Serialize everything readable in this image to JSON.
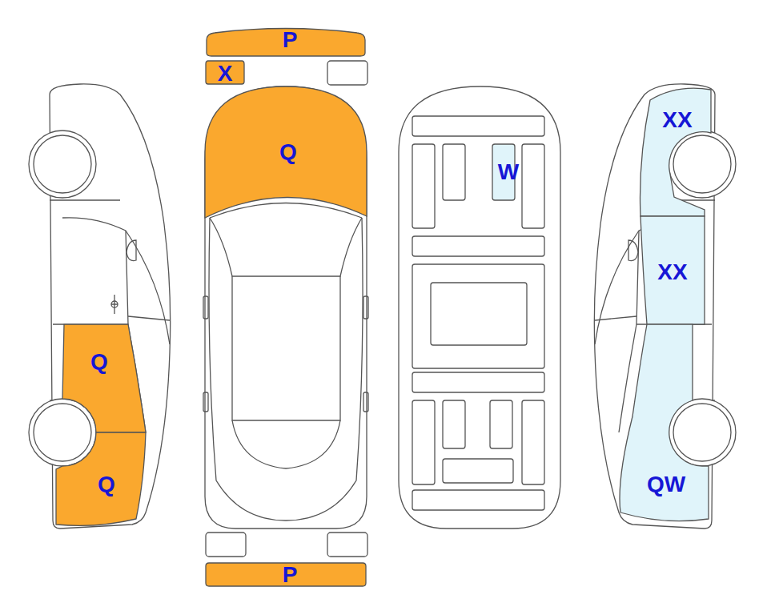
{
  "diagram": {
    "nodes": [
      {
        "text": [
          "P"
        ]
      },
      {
        "text": [
          "X"
        ]
      },
      {
        "text": [
          "Q"
        ]
      },
      {
        "text": [
          "XX"
        ]
      },
      {
        "text": [
          "W"
        ]
      },
      {
        "text": [
          "XX"
        ]
      },
      {
        "text": [
          "Q"
        ]
      },
      {
        "text": [
          "Q"
        ]
      },
      {
        "text": [
          "QW"
        ]
      },
      {
        "text": [
          "P"
        ]
      }
    ]
  }
}
